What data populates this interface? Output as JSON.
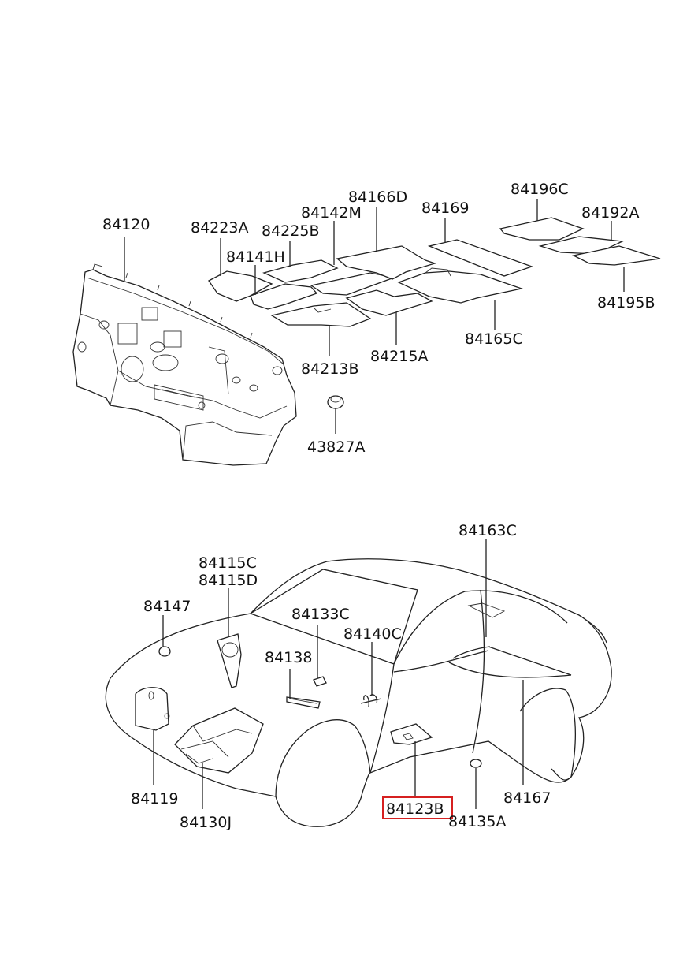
{
  "labels": {
    "p84120": "84120",
    "p84223A": "84223A",
    "p84225B": "84225B",
    "p84142M": "84142M",
    "p84166D": "84166D",
    "p84169": "84169",
    "p84196C": "84196C",
    "p84192A": "84192A",
    "p84141H": "84141H",
    "p84195B": "84195B",
    "p84165C": "84165C",
    "p84213B": "84213B",
    "p84215A": "84215A",
    "p43827A": "43827A",
    "p84163C": "84163C",
    "p84115C": "84115C",
    "p84115D": "84115D",
    "p84147": "84147",
    "p84133C": "84133C",
    "p84140C": "84140C",
    "p84138": "84138",
    "p84119": "84119",
    "p84130J": "84130J",
    "p84123B": "84123B",
    "p84135A": "84135A",
    "p84167": "84167"
  },
  "highlight": {
    "part": "84123B",
    "color": "#d62020"
  }
}
